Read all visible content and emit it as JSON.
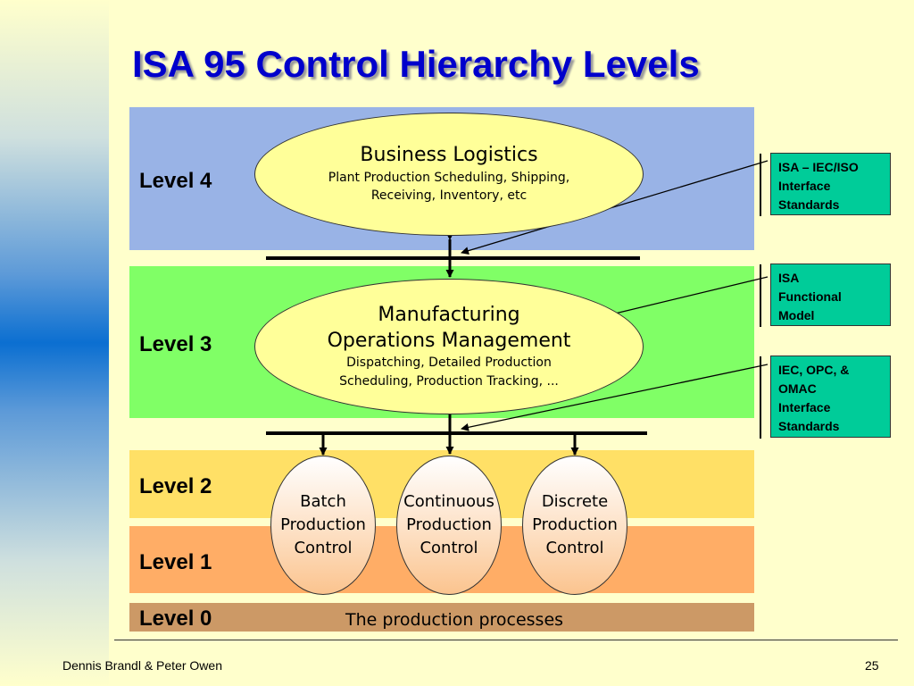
{
  "title": "ISA 95 Control Hierarchy Levels",
  "levels": {
    "l4": "Level 4",
    "l3": "Level 3",
    "l2": "Level 2",
    "l1": "Level 1",
    "l0": "Level 0"
  },
  "level0_text": "The production processes",
  "business": {
    "title": "Business Logistics",
    "sub1": "Plant Production Scheduling, Shipping,",
    "sub2": "Receiving, Inventory, etc"
  },
  "mom": {
    "title1": "Manufacturing",
    "title2": "Operations Management",
    "sub1": "Dispatching, Detailed Production",
    "sub2": "Scheduling, Production Tracking, ..."
  },
  "controls": [
    {
      "l1": "Batch",
      "l2": "Production",
      "l3": "Control"
    },
    {
      "l1": "Continuous",
      "l2": "Production",
      "l3": "Control"
    },
    {
      "l1": "Discrete",
      "l2": "Production",
      "l3": "Control"
    }
  ],
  "standards": [
    {
      "l1": "ISA – IEC/ISO",
      "l2": "Interface",
      "l3": "Standards"
    },
    {
      "l1": "ISA",
      "l2": "Functional",
      "l3": "Model"
    },
    {
      "l1": "IEC, OPC, &",
      "l2": "OMAC",
      "l3": "Interface",
      "l4": "Standards"
    }
  ],
  "footer": {
    "authors": "Dennis Brandl & Peter Owen",
    "page": "25"
  },
  "colors": {
    "title": "#0000cc",
    "level4": "#99b3e6",
    "level3": "#80ff66",
    "level2": "#ffe066",
    "level1": "#ffad66",
    "level0": "#cc9966",
    "standards_box": "#00cc99",
    "ellipse": "#ffff99"
  }
}
